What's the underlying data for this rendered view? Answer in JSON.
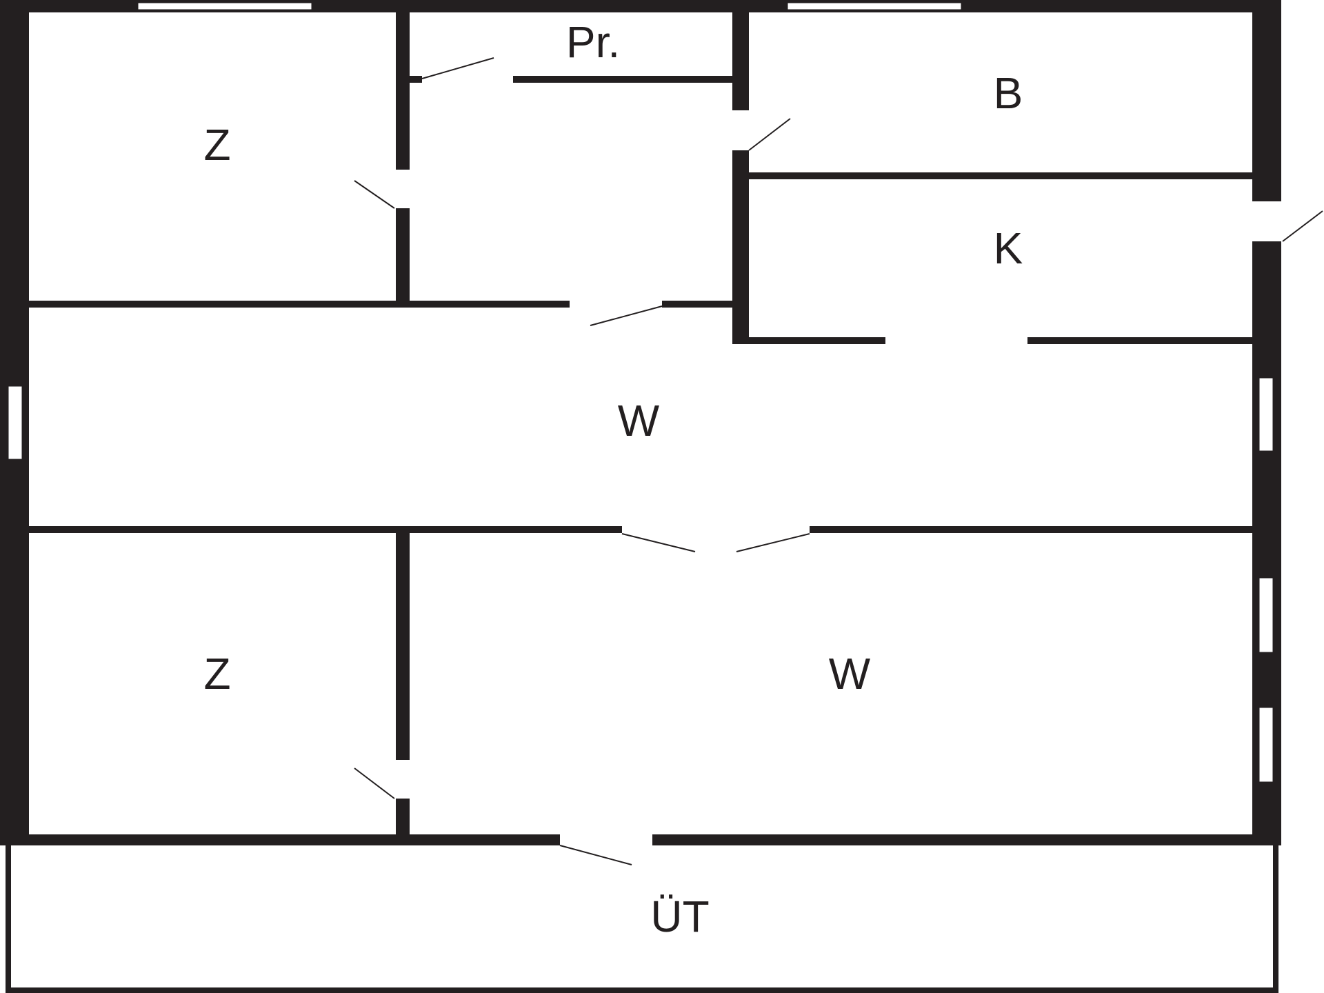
{
  "labels": {
    "pantry": "Pr.",
    "bathroom": "B",
    "room_top_left": "Z",
    "kitchen": "K",
    "living_top": "W",
    "room_bottom_left": "Z",
    "living_bottom": "W",
    "terrace": "ÜT"
  },
  "colors": {
    "wall": "#231f20",
    "background": "#ffffff"
  }
}
